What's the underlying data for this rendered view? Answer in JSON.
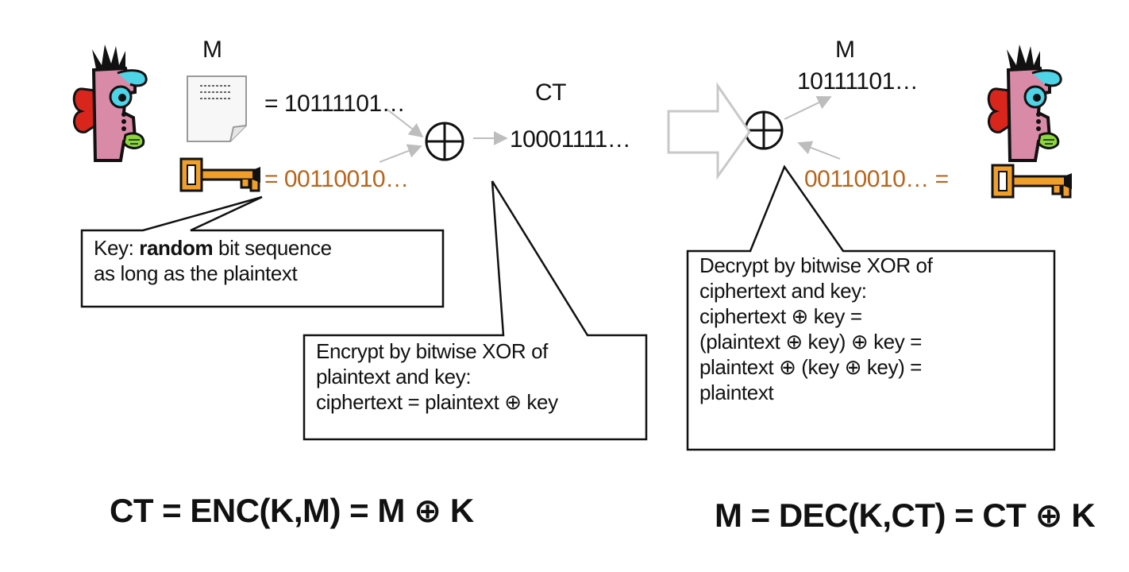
{
  "left": {
    "message_label": "M",
    "message_bits": "= 10111101…",
    "key_bits": "= 00110010…",
    "ciphertext_label": "CT",
    "ciphertext_bits": "10001111…"
  },
  "right": {
    "message_label": "M",
    "message_bits": "10111101…",
    "key_bits": "00110010… ="
  },
  "callouts": {
    "key": {
      "prefix": "Key: ",
      "bold": "random",
      "suffix": " bit sequence",
      "line2": "as long as the plaintext"
    },
    "encrypt": {
      "lines": [
        "Encrypt by bitwise XOR of",
        "plaintext and key:",
        "ciphertext = plaintext ⊕ key"
      ]
    },
    "decrypt": {
      "lines": [
        "Decrypt by bitwise XOR of",
        "ciphertext and key:",
        "ciphertext ⊕ key =",
        "(plaintext ⊕ key) ⊕ key =",
        "plaintext ⊕ (key ⊕ key) =",
        "plaintext"
      ]
    }
  },
  "formulas": {
    "encrypt": "CT = ENC(K,M) = M ⊕ K",
    "decrypt": "M = DEC(K,CT) = CT ⊕ K"
  },
  "icons": {
    "face": "cartoon-face-icon",
    "document": "document-icon",
    "key": "key-icon",
    "xor": "xor-circle-plus-icon",
    "arrow": "block-arrow-icon"
  },
  "colors": {
    "key_bits": "#b8651b",
    "key_icon": "#f0a02a",
    "arrows": "#bdbdbd",
    "face_skin": "#d98aa6",
    "face_eye": "#4fd3e6",
    "face_ear": "#d9261c",
    "face_mouth": "#8cd63a"
  }
}
